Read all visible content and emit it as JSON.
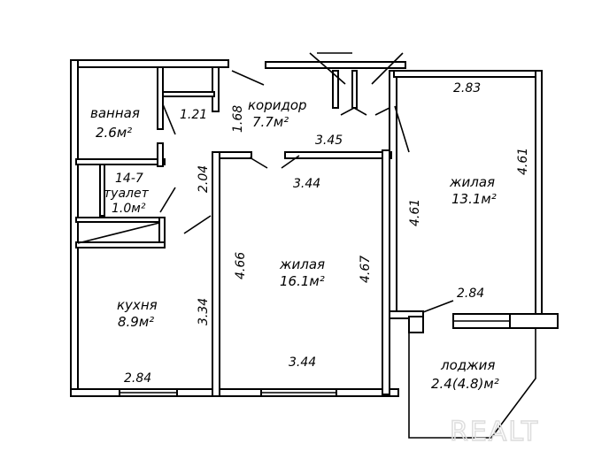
{
  "plan": {
    "rooms": [
      {
        "id": "bathroom",
        "name": "ванная",
        "area": "2.6м²"
      },
      {
        "id": "corridor",
        "name": "коридор",
        "area": "7.7м²"
      },
      {
        "id": "toilet",
        "code": "14-7",
        "name": "туалет",
        "area": "1.0м²"
      },
      {
        "id": "kitchen",
        "name": "кухня",
        "area": "8.9м²"
      },
      {
        "id": "living-middle",
        "name": "жилая",
        "area": "16.1м²"
      },
      {
        "id": "living-right",
        "name": "жилая",
        "area": "13.1м²"
      },
      {
        "id": "loggia",
        "name": "лоджия",
        "area": "2.4(4.8)м²"
      }
    ],
    "dimensions": {
      "bath_width": "1.21",
      "corridor_height": "1.68",
      "corridor_width": "3.45",
      "toilet_height": "2.04",
      "mid_top": "3.44",
      "mid_left": "4.66",
      "mid_right": "4.67",
      "mid_bottom": "3.44",
      "kitchen_height": "3.34",
      "kitchen_width": "2.84",
      "right_top": "2.83",
      "right_left": "4.61",
      "right_right": "4.61",
      "right_bottom": "2.84"
    },
    "watermark": "REALT"
  }
}
